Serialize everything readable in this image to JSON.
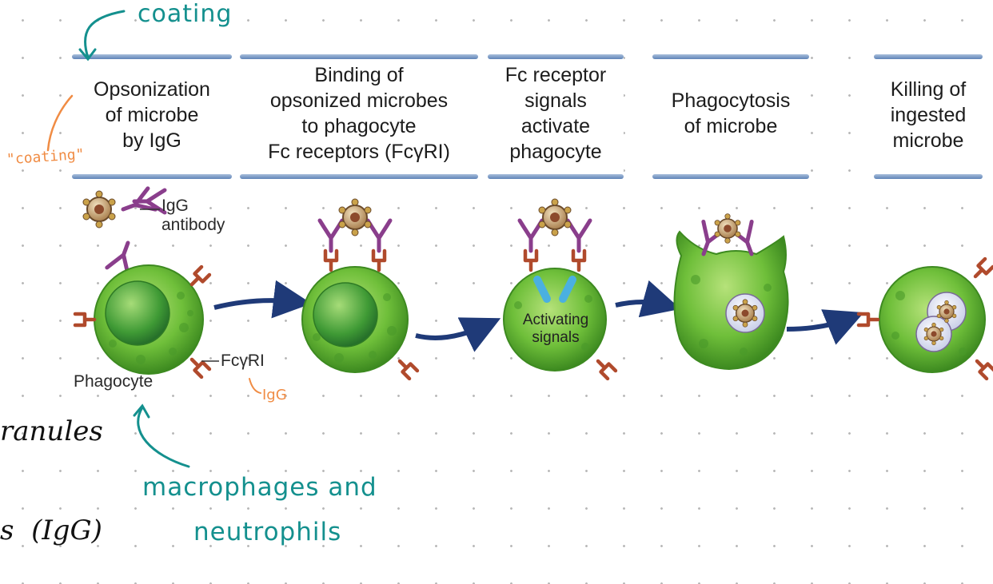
{
  "annotations": {
    "coating_top": "coating",
    "coating_orange": "\"coating\"",
    "igg_orange": "IgG",
    "granules_partial": "ranules",
    "igg_partial": "s  (IgG)",
    "macrophages_line1": "macrophages and",
    "macrophages_line2": "neutrophils"
  },
  "steps": [
    {
      "title": "Opsonization\nof microbe\nby IgG"
    },
    {
      "title": "Binding of\nopsonized microbes\nto phagocyte\nFc receptors (FcγRI)"
    },
    {
      "title": "Fc receptor\nsignals\nactivate\nphagocyte"
    },
    {
      "title": "Phagocytosis\nof microbe"
    },
    {
      "title": "Killing of\ningested\nmicrobe"
    }
  ],
  "labels": {
    "igg_antibody": "IgG\nantibody",
    "phagocyte": "Phagocyte",
    "fcgri": "FcγRI",
    "activating_signals": "Activating\nsignals"
  },
  "colors": {
    "cell_green": "#6fbf3a",
    "arrow_navy": "#1f3a78",
    "antibody_purple": "#8a3e8c",
    "receptor_brown": "#b04a2c",
    "teal_ink": "#14908e",
    "orange_ink": "#f08c44"
  }
}
